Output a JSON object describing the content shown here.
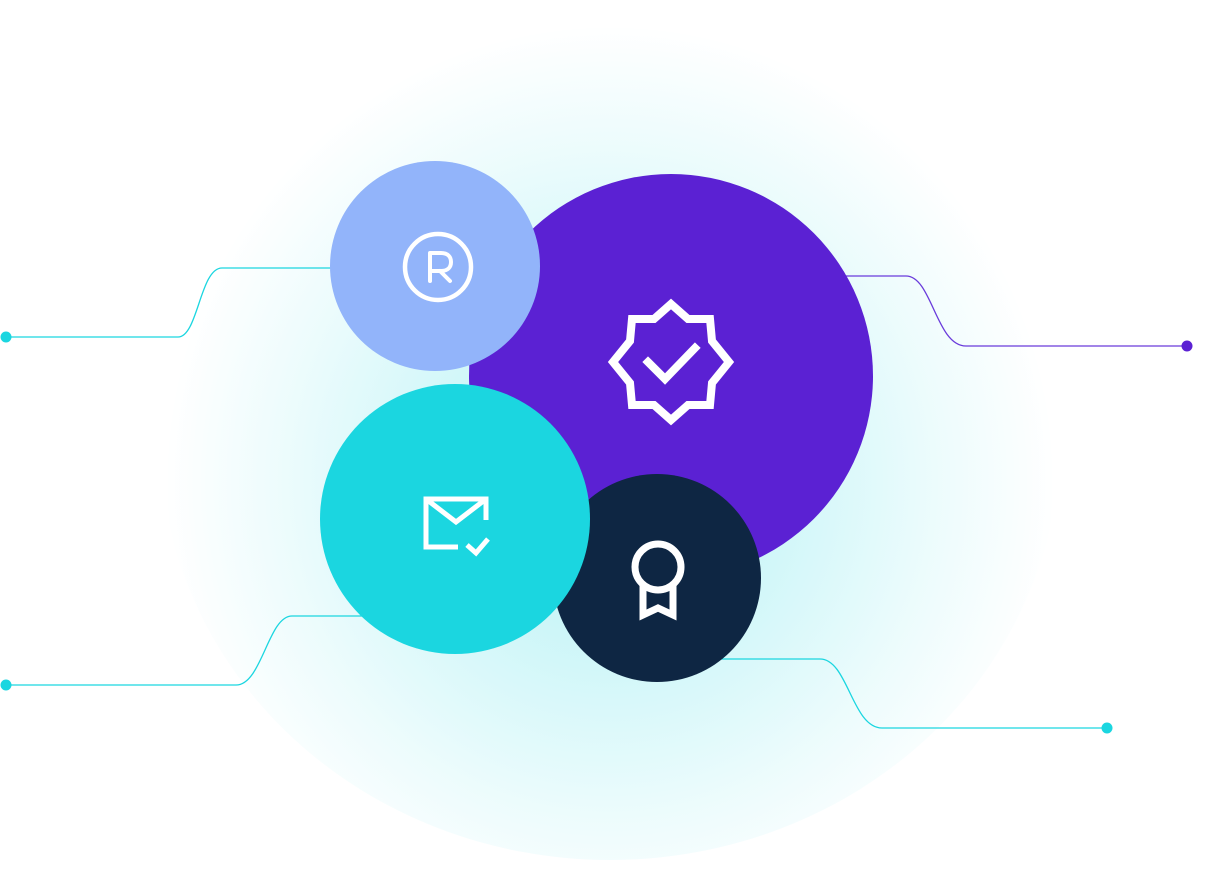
{
  "colors": {
    "purple": "#5B21D3",
    "periwinkle": "#92B4FA",
    "cyan": "#1BD6E0",
    "navy": "#0E2643",
    "icon": "#FFFFFF",
    "line_cyan": "#1BD6E0",
    "line_purple": "#6A3BDB"
  },
  "nodes": [
    {
      "id": "registered",
      "icon": "registered-trademark-icon",
      "color": "periwinkle"
    },
    {
      "id": "verified",
      "icon": "verified-badge-icon",
      "color": "purple"
    },
    {
      "id": "mail",
      "icon": "mail-check-icon",
      "color": "cyan"
    },
    {
      "id": "award",
      "icon": "award-ribbon-icon",
      "color": "navy"
    }
  ]
}
